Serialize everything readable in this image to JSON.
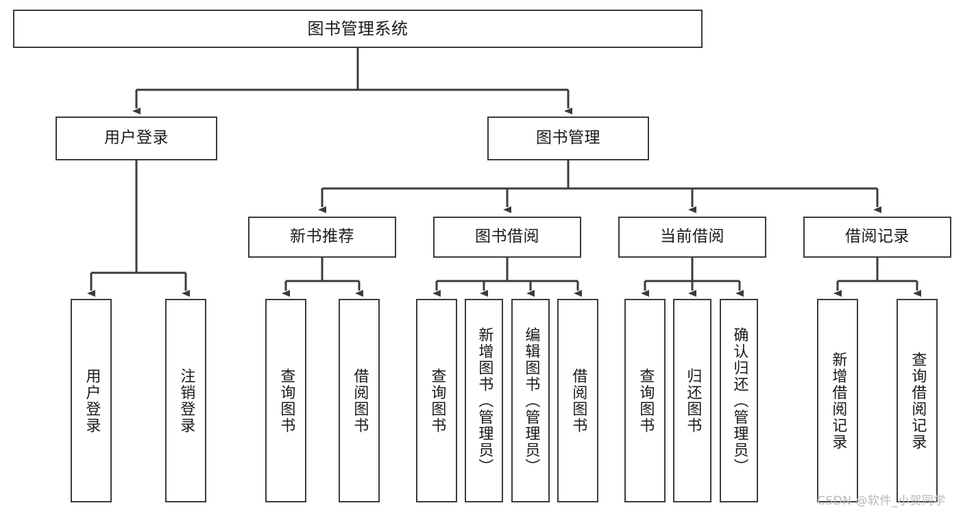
{
  "diagram": {
    "title": "图书管理系统",
    "type": "tree-hierarchy-chart",
    "watermark": "CSDN @软件_小贺同学",
    "colors": {
      "stroke": "#3b3b3b",
      "fill": "#ffffff",
      "text": "#1a1a1a",
      "watermark": "#b9b9b9"
    },
    "levels": {
      "root": {
        "label": "图书管理系统"
      },
      "level2": [
        {
          "label": "用户登录"
        },
        {
          "label": "图书管理"
        }
      ],
      "level3": [
        {
          "label": "新书推荐"
        },
        {
          "label": "图书借阅"
        },
        {
          "label": "当前借阅"
        },
        {
          "label": "借阅记录"
        }
      ],
      "level4": [
        {
          "label": "用户登录",
          "parent": "用户登录"
        },
        {
          "label": "注销登录",
          "parent": "用户登录"
        },
        {
          "label": "查询图书",
          "parent": "新书推荐"
        },
        {
          "label": "借阅图书",
          "parent": "新书推荐"
        },
        {
          "label": "查询图书",
          "parent": "图书借阅"
        },
        {
          "label": "新增图书（管理员）",
          "parent": "图书借阅"
        },
        {
          "label": "编辑图书（管理员）",
          "parent": "图书借阅"
        },
        {
          "label": "借阅图书",
          "parent": "图书借阅"
        },
        {
          "label": "查询图书",
          "parent": "当前借阅"
        },
        {
          "label": "归还图书",
          "parent": "当前借阅"
        },
        {
          "label": "确认归还（管理员）",
          "parent": "当前借阅"
        },
        {
          "label": "新增借阅记录",
          "parent": "借阅记录"
        },
        {
          "label": "查询借阅记录",
          "parent": "借阅记录"
        }
      ]
    }
  }
}
